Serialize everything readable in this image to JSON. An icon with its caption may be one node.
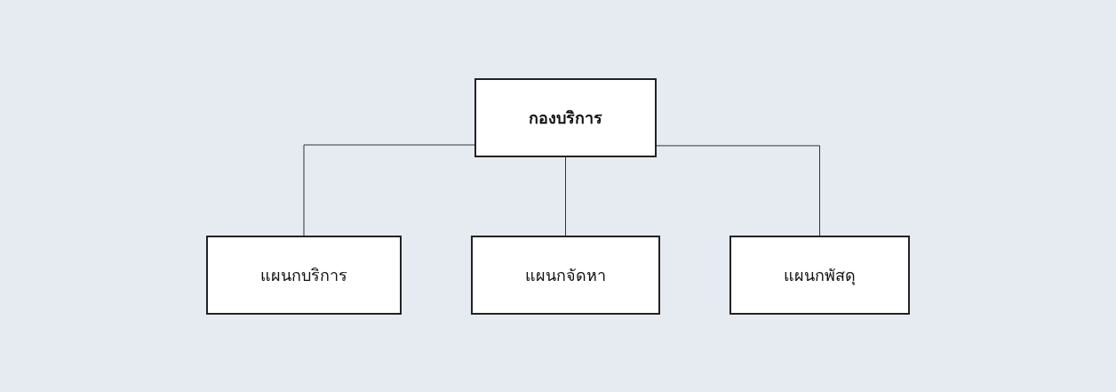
{
  "diagram": {
    "nodes": [
      {
        "text": [
          "กองบริการ"
        ]
      },
      {
        "text": [
          "แผนกบริการ"
        ]
      },
      {
        "text": [
          "แผนกจัดหา"
        ]
      },
      {
        "text": [
          "แผนกพัสดุ"
        ]
      }
    ],
    "edges": [
      {
        "from": 0,
        "to": 1,
        "arrow": "none"
      },
      {
        "from": 0,
        "to": 2,
        "arrow": "none"
      },
      {
        "from": 0,
        "to": 3,
        "arrow": "none"
      }
    ]
  }
}
